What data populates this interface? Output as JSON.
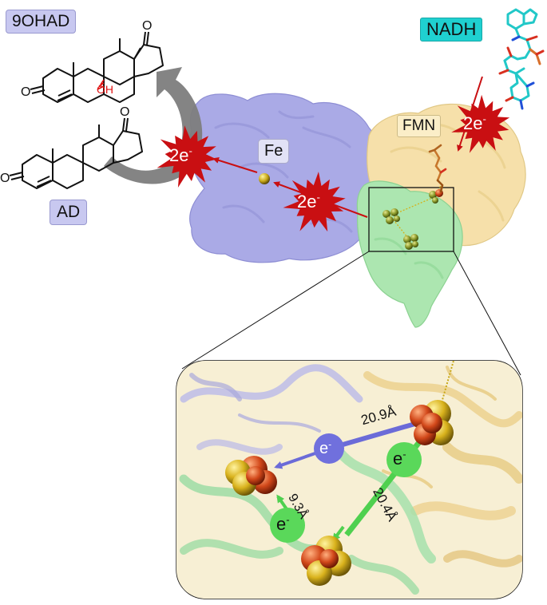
{
  "labels": {
    "product": "9OHAD",
    "substrate": "AD",
    "cofactor": "NADH",
    "flavin": "FMN",
    "iron": "Fe",
    "hydroxyl": "OH",
    "ketone_top_1": "O",
    "ketone_left_1": "O",
    "ketone_top_2": "O",
    "ketone_left_2": "O"
  },
  "electron_bursts": {
    "left": "2e-",
    "middle": "2e-",
    "right": "2e-"
  },
  "inset": {
    "electron_blue": "e-",
    "electron_green_right": "e-",
    "electron_green_left": "e-",
    "distance_top": "20.9Å",
    "distance_right": "20.4Å",
    "distance_left": "9.3Å"
  },
  "colors": {
    "oxygenase": "#a9a9e6",
    "reductase_fad": "#f4dea6",
    "reductase_fd": "#a9e4ae",
    "electron_red": "#c90f12",
    "arrow_gray": "#7d7d7d",
    "blue_electron": "#7070dd",
    "green_electron": "#5ad85a",
    "hydroxyl_red": "#e01010"
  },
  "icons": [
    "iron-sulfur-cluster-icon",
    "nadh-stick-model-icon",
    "fmn-stick-model-icon"
  ]
}
